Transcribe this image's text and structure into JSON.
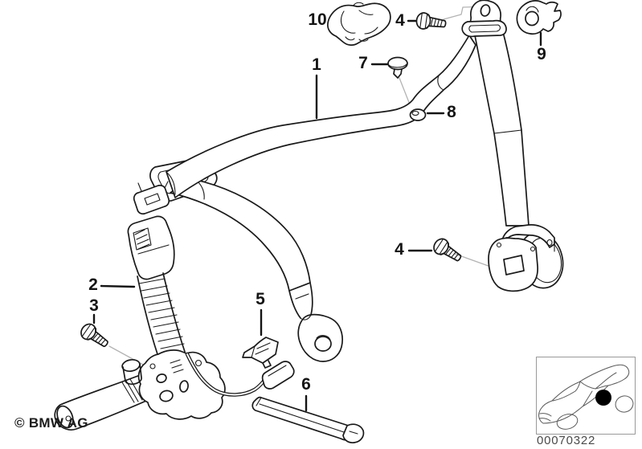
{
  "callouts": {
    "c1": "1",
    "c2": "2",
    "c3": "3",
    "c4a": "4",
    "c4b": "4",
    "c5": "5",
    "c6": "6",
    "c7": "7",
    "c8": "8",
    "c9": "9",
    "c10": "10"
  },
  "footer": {
    "copyright": "© BMW AG"
  },
  "reference": {
    "part_number": "00070322"
  },
  "colors": {
    "line": "#1a1a1a",
    "leader": "#b3b3b3",
    "thumbnail_border": "#999999",
    "seat_marker": "#000000",
    "reference_text": "#4a4a4a",
    "background": "#ffffff"
  }
}
